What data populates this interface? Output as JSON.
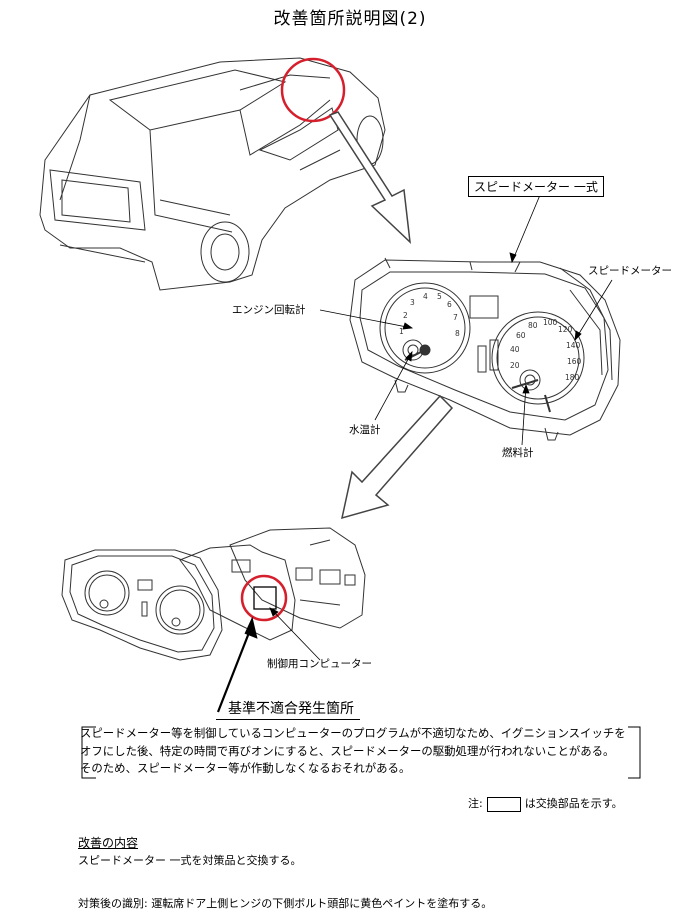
{
  "title": "改善箇所説明図(2)",
  "labels": {
    "speedometer_assembly": "スピードメーター 一式",
    "speedometer": "スピードメーター",
    "tachometer": "エンジン回転計",
    "water_temp": "水温計",
    "fuel_gauge": "燃料計",
    "control_computer": "制御用コンピューター",
    "nonconformity": "基準不適合発生箇所"
  },
  "tach_numbers": [
    "1",
    "2",
    "3",
    "4",
    "5",
    "6",
    "7",
    "8"
  ],
  "speed_numbers": [
    "20",
    "40",
    "60",
    "80",
    "100",
    "120",
    "140",
    "160",
    "180"
  ],
  "description": [
    "スピードメーター等を制御しているコンピューターのプログラムが不適切なため、イグニションスイッチを",
    "オフにした後、特定の時間で再びオンにすると、スピードメーターの駆動処理が行われないことがある。",
    "そのため、スピードメーター等が作動しなくなるおそれがある。"
  ],
  "note": {
    "prefix": "注:",
    "suffix": "は交換部品を示す。"
  },
  "remedy": {
    "heading": "改善の内容",
    "text": "スピードメーター 一式を対策品と交換する。"
  },
  "identification": "対策後の識別: 運転席ドア上側ヒンジの下側ボルト頭部に黄色ペイントを塗布する。"
}
